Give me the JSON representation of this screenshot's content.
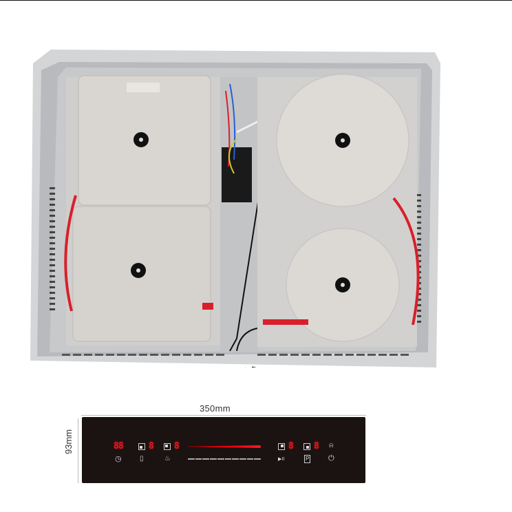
{
  "image": {
    "subject": "Induction cooktop internal view (4 coils) with touch control panel",
    "cooktop": {
      "zones": [
        {
          "name": "top-left",
          "shape": "square"
        },
        {
          "name": "bottom-left",
          "shape": "square"
        },
        {
          "name": "top-right",
          "shape": "circle"
        },
        {
          "name": "bottom-right",
          "shape": "circle"
        }
      ]
    },
    "control_panel": {
      "width_label": "350mm",
      "height_label": "93mm",
      "timer_display": "88",
      "zone_displays": [
        "8",
        "8",
        "8",
        "8"
      ],
      "icons": {
        "timer": "clock-icon",
        "zone_left_top": "zone-top-left-icon",
        "zone_left_bottom": "zone-bottom-left-icon",
        "boost": "keep-warm-icon",
        "pause": "play-pause-icon",
        "power_boost": "p-boost-icon",
        "lock": "lock-icon",
        "power": "power-icon",
        "zone_right_top": "zone-top-right-icon",
        "zone_right_bottom": "zone-bottom-right-icon"
      },
      "glyphs": {
        "pause": "▶II",
        "p": "P",
        "power": "⏻",
        "lock": "🔒"
      }
    },
    "colors": {
      "panel_bg": "#1b1212",
      "display_red": "#e3161f",
      "chassis_metal": "#c9cacc",
      "coil_plate": "#d8d5d1",
      "wire_red": "#d8202a"
    }
  }
}
